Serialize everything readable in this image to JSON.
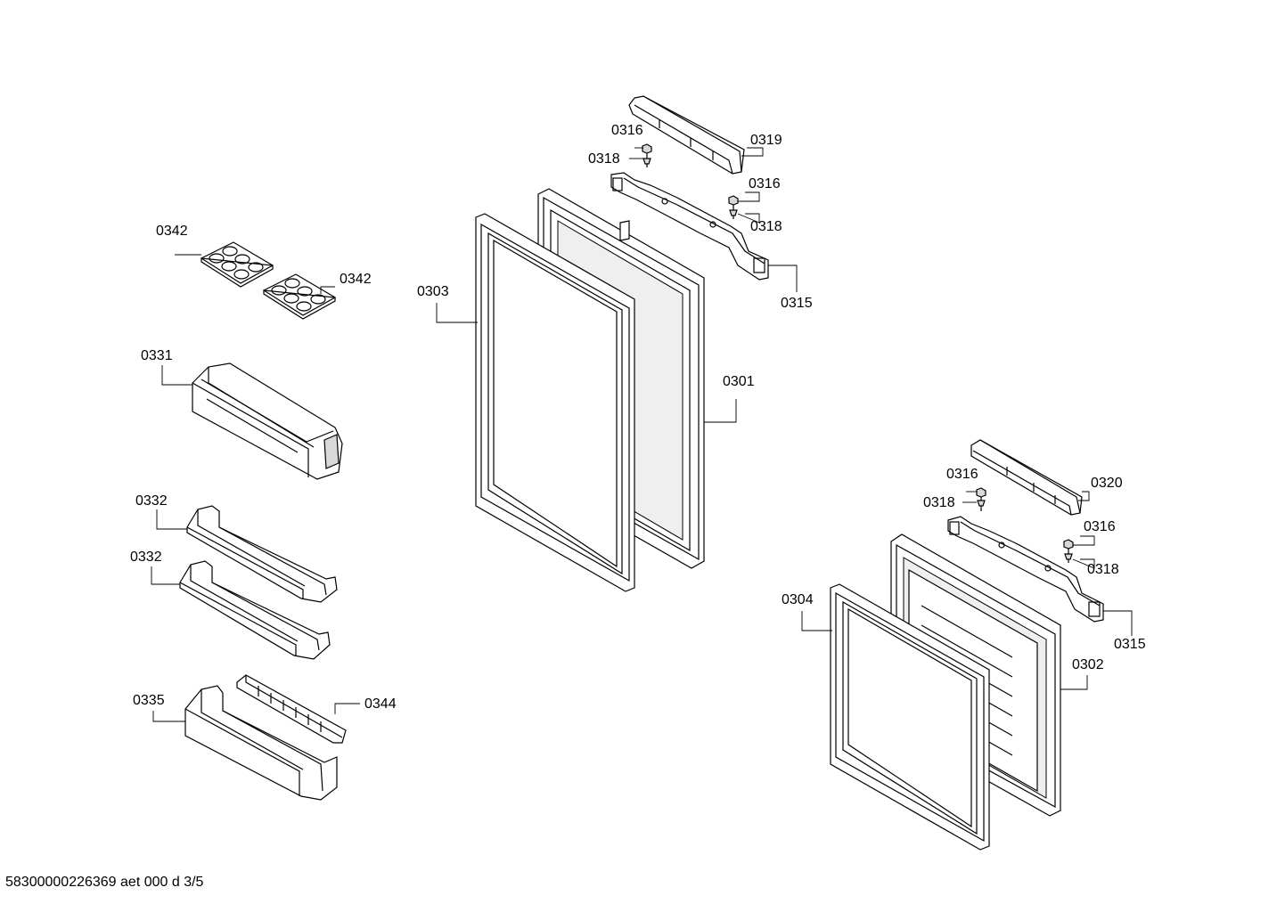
{
  "labels": {
    "l0319": "0319",
    "l0316a": "0316",
    "l0318a": "0318",
    "l0316b": "0316",
    "l0318b": "0318",
    "l0315a": "0315",
    "l0342a": "0342",
    "l0342b": "0342",
    "l0303": "0303",
    "l0301": "0301",
    "l0331": "0331",
    "l0332a": "0332",
    "l0332b": "0332",
    "l0335": "0335",
    "l0344": "0344",
    "l0316c": "0316",
    "l0320": "0320",
    "l0318c": "0318",
    "l0316d": "0316",
    "l0318d": "0318",
    "l0304": "0304",
    "l0315b": "0315",
    "l0302": "0302"
  },
  "footer": "58300000226369 aet 000 d 3/5"
}
